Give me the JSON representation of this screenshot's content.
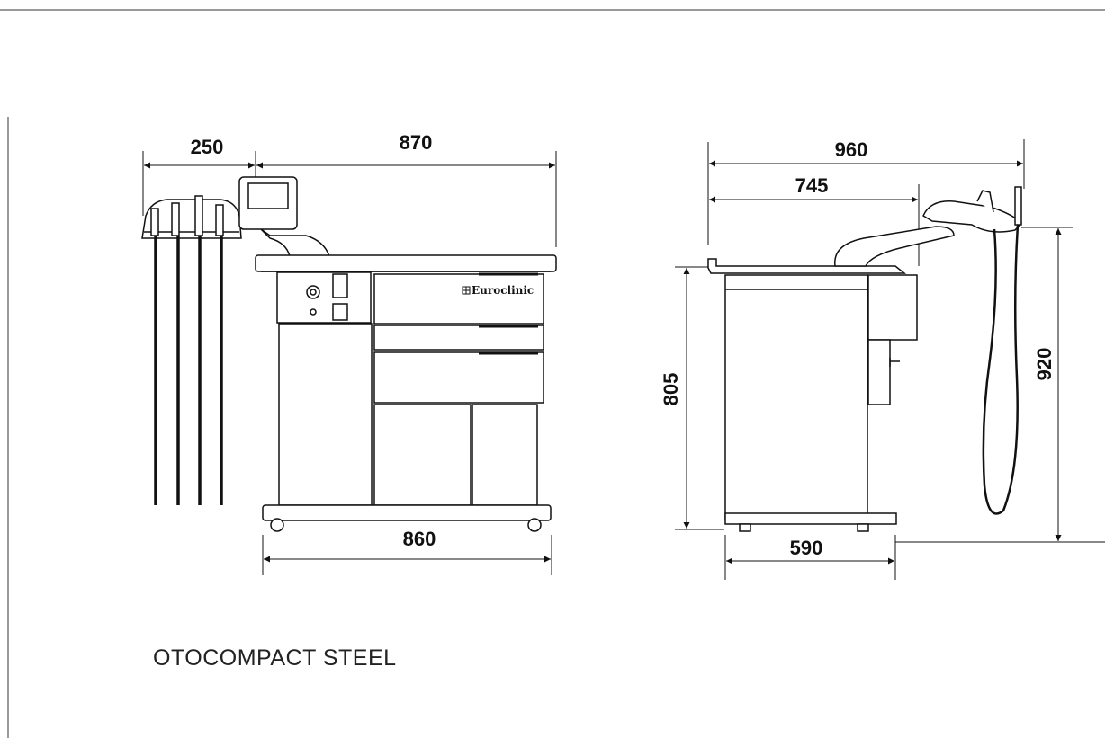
{
  "front_view": {
    "dim_width_holder": "250",
    "dim_width_top": "870",
    "dim_width_bottom": "860",
    "brand_label": "Euroclinic"
  },
  "side_view": {
    "dim_total_depth": "960",
    "dim_arm_depth": "745",
    "dim_height_cabinet": "805",
    "dim_height_total": "920",
    "dim_base_depth": "590"
  },
  "product_title": "OTOCOMPACT STEEL"
}
